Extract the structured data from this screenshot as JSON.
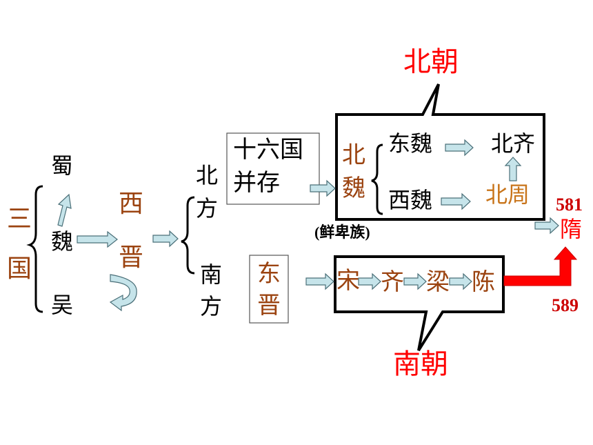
{
  "three_kingdoms": {
    "label_1": "三",
    "label_2": "国",
    "shu": "蜀",
    "wei": "魏",
    "wu": "吴"
  },
  "western_jin": {
    "label_1": "西",
    "label_2": "晋"
  },
  "north": {
    "label_1": "北",
    "label_2": "方",
    "sixteen_1": "十六国",
    "sixteen_2": "并存"
  },
  "south": {
    "label_1": "南",
    "label_2": "方",
    "eastern_jin_1": "东",
    "eastern_jin_2": "晋"
  },
  "northern_dynasties": {
    "callout_title": "北朝",
    "northern_wei_1": "北",
    "northern_wei_2": "魏",
    "eastern_wei": "东魏",
    "western_wei": "西魏",
    "northern_qi": "北齐",
    "northern_zhou": "北周",
    "ethnic_note": "(鲜卑族)"
  },
  "southern_dynasties": {
    "callout_title": "南朝",
    "song": "宋",
    "qi": "齐",
    "liang": "梁",
    "chen": "陈"
  },
  "sui": {
    "label": "隋",
    "year_founded": "581",
    "year_unified": "589"
  },
  "colors": {
    "black": "#000000",
    "brown": "#9b4310",
    "orange": "#c8741a",
    "red": "#ff0000",
    "arrow_fill": "#c6e4ea"
  }
}
